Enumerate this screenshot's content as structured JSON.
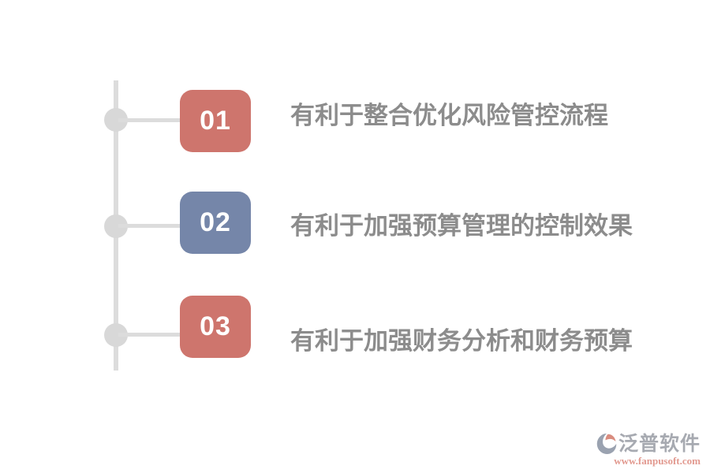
{
  "timeline": {
    "line_color": "#dcdcdc",
    "node_color": "#d8d8d8"
  },
  "items": [
    {
      "number": "01",
      "label": "有利于整合优化风险管控流程",
      "badge_color": "#ce756d"
    },
    {
      "number": "02",
      "label": "有利于加强预算管理的控制效果",
      "badge_color": "#7586a9"
    },
    {
      "number": "03",
      "label": "有利于加强财务分析和财务预算",
      "badge_color": "#ce756d"
    }
  ],
  "label_color": "#8c8c8c",
  "watermark": {
    "brand": "泛普软件",
    "url": "www.fanpusoft.com",
    "brand_color": "#a7aab1",
    "url_color": "#e2998f",
    "icon_gray": "#9aa2b0",
    "icon_salmon": "#d98c7f"
  }
}
